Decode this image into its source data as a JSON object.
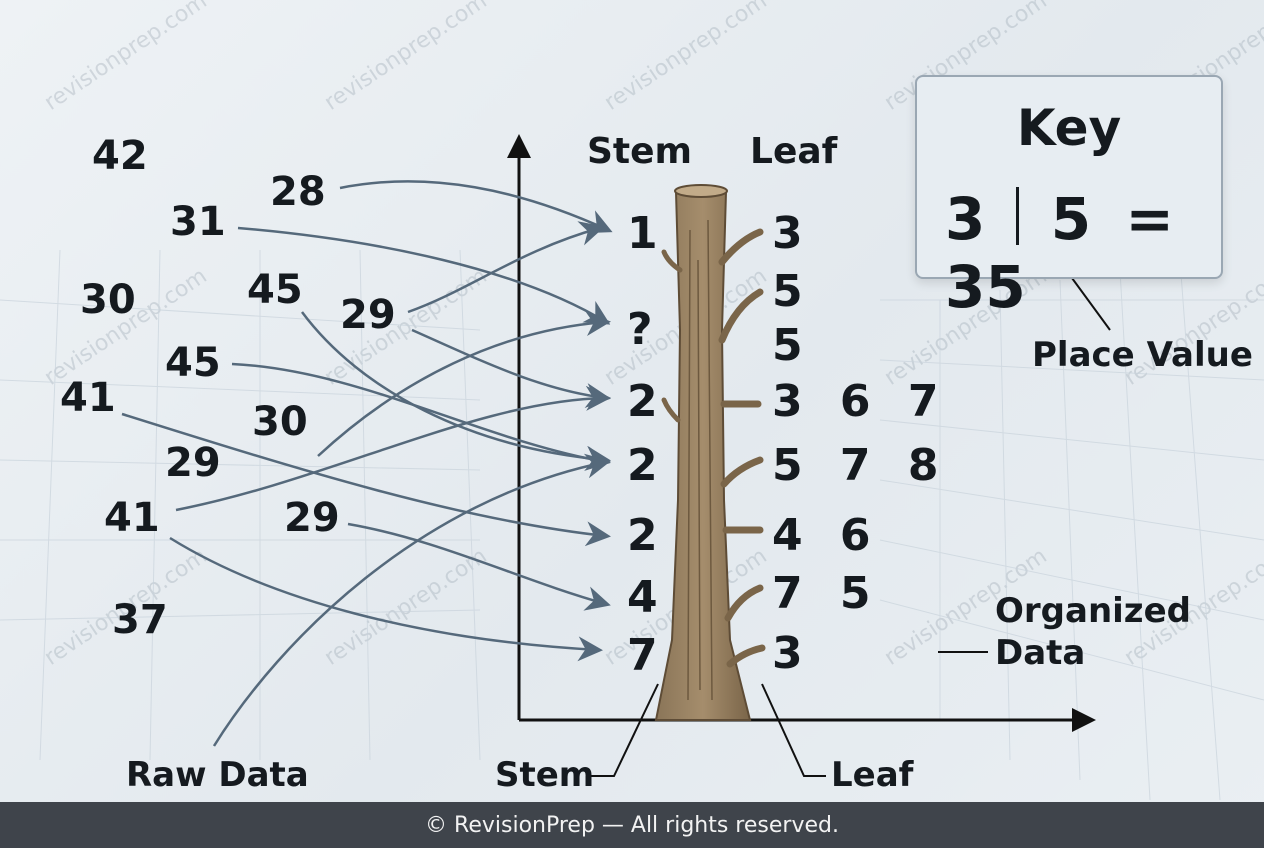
{
  "watermark": "revisionprep.com",
  "raw_data": [
    "42",
    "28",
    "31",
    "30",
    "45",
    "29",
    "45",
    "41",
    "30",
    "29",
    "41",
    "29",
    "37"
  ],
  "headers": {
    "stem": "Stem",
    "leaf": "Leaf"
  },
  "stems": [
    "1",
    "?",
    "2",
    "2",
    "2",
    "4",
    "7"
  ],
  "leaves": [
    "3",
    "5",
    "5",
    "3 6 7",
    "5 7 8",
    "4 6",
    "7 5",
    "3"
  ],
  "key": {
    "title": "Key",
    "stem": "3",
    "leaf": "5",
    "value": "= 35"
  },
  "labels": {
    "place_value": "Place Value",
    "organized_data_line1": "Organized",
    "organized_data_line2": "Data",
    "raw_data": "Raw Data",
    "stem": "Stem",
    "leaf": "Leaf"
  },
  "footer": "© RevisionPrep — All rights reserved."
}
